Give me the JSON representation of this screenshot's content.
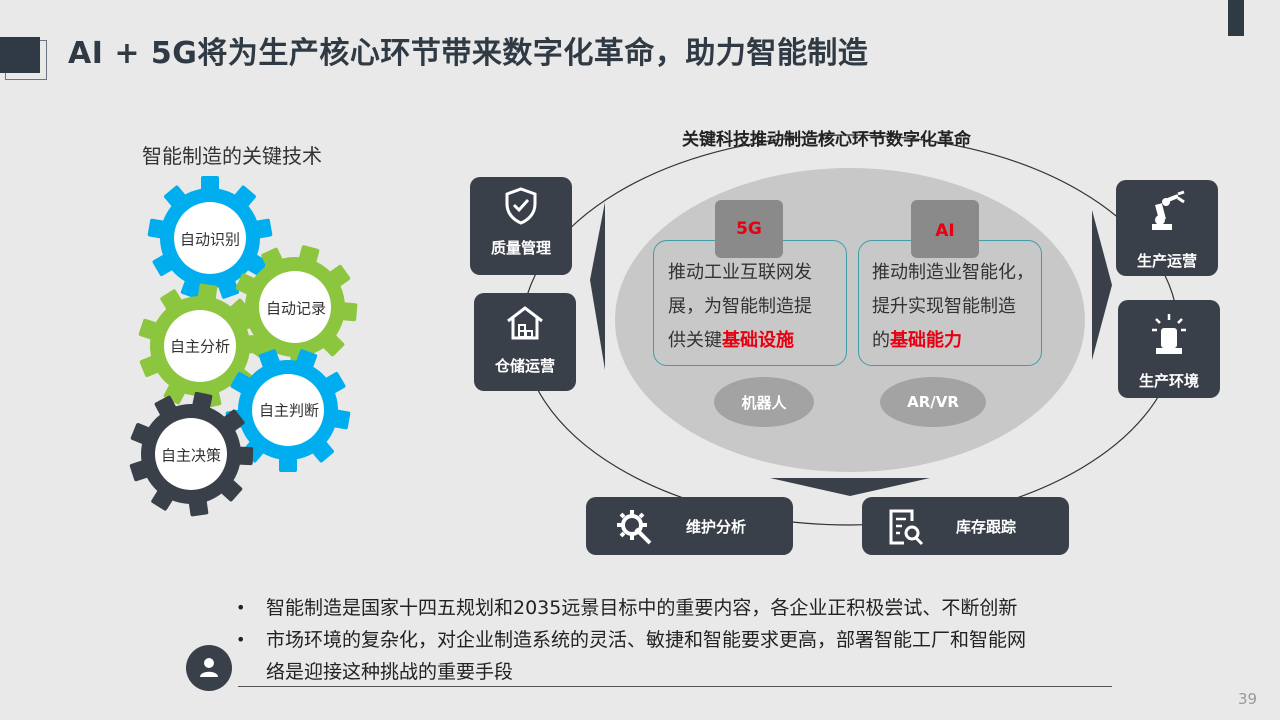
{
  "slide": {
    "title": "AI + 5G将为生产核心环节带来数字化革命，助力智能制造",
    "page_number": "39"
  },
  "left_panel": {
    "heading": "智能制造的关键技术",
    "gears": [
      {
        "label": "自动识别",
        "color": "#00aeef"
      },
      {
        "label": "自动记录",
        "color": "#8cc63f"
      },
      {
        "label": "自主分析",
        "color": "#8cc63f"
      },
      {
        "label": "自主判断",
        "color": "#00aeef"
      },
      {
        "label": "自主决策",
        "color": "#3a4049"
      }
    ]
  },
  "diagram": {
    "ring_title": "关键科技推动制造核心环节数字化革命",
    "tiles": {
      "quality": {
        "label": "质量管理",
        "icon": "shield-check-icon"
      },
      "warehouse": {
        "label": "仓储运营",
        "icon": "warehouse-icon"
      },
      "production_ops": {
        "label": "生产运营",
        "icon": "robot-arm-icon"
      },
      "production_env": {
        "label": "生产环境",
        "icon": "alarm-light-icon"
      },
      "maintenance": {
        "label": "维护分析",
        "icon": "gear-wrench-icon"
      },
      "inventory": {
        "label": "库存跟踪",
        "icon": "document-search-icon"
      }
    },
    "tech_5g": {
      "badge": "5G",
      "line1": "推动工业互联网发",
      "line2": "展，为智能制造提",
      "line3_pre": "供关键",
      "line3_hl": "基础设施"
    },
    "tech_ai": {
      "badge": "AI",
      "line1": "推动制造业智能化，",
      "line2": "提升实现智能制造",
      "line3_pre": "的",
      "line3_hl": "基础能力"
    },
    "pills": {
      "robot": "机器人",
      "arvr": "AR/VR"
    }
  },
  "bullets": [
    {
      "line1": "智能制造是国家十四五规划和2035远景目标中的重要内容，各企业正积极尝试、不断创新"
    },
    {
      "line1": "市场环境的复杂化，对企业制造系统的灵活、敏捷和智能要求更高，部署智能工厂和智能网",
      "line2": "络是迎接这种挑战的重要手段"
    }
  ],
  "bullet_glyph": "•",
  "colors": {
    "dark": "#3a4049",
    "blue": "#00aeef",
    "green": "#8cc63f",
    "highlight": "#e60012",
    "teal_border": "#3f9ea7"
  }
}
